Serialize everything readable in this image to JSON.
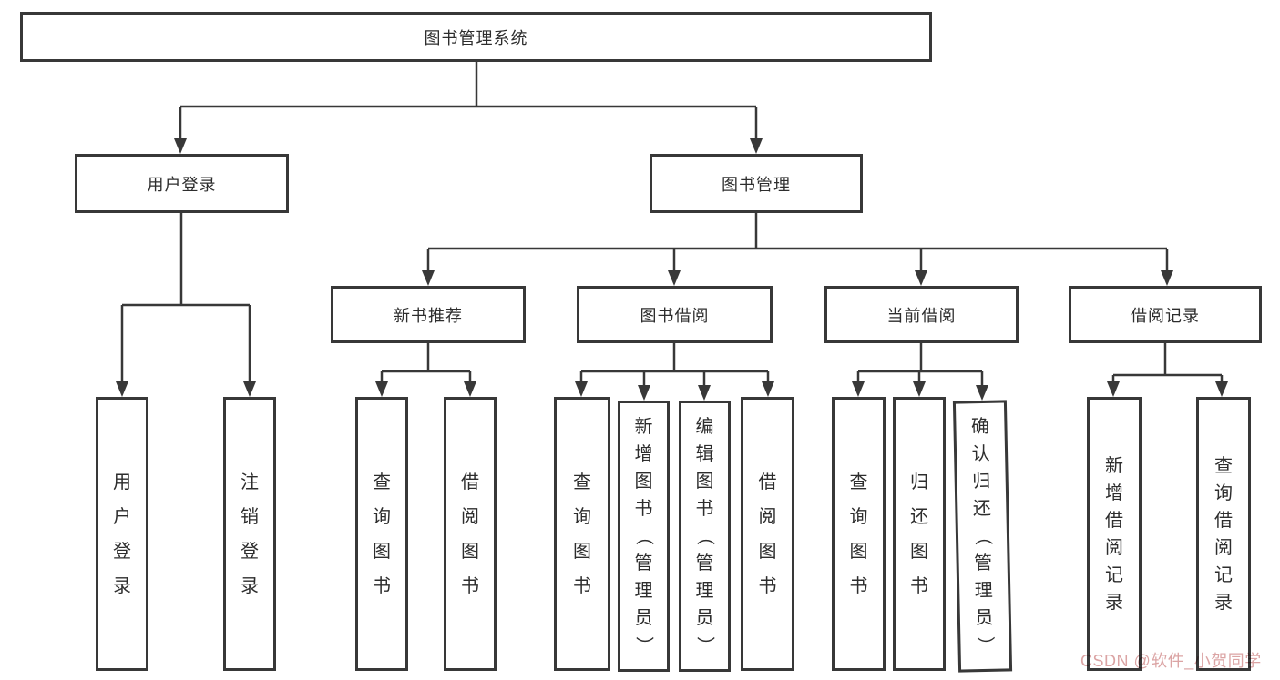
{
  "diagram": {
    "title": "图书管理系统",
    "watermark": "CSDN @软件_小贺同学",
    "colors": {
      "line": "#383838",
      "box_border": "#383838",
      "text": "#2d2d2d",
      "watermark": "#dba4a4",
      "background": "#ffffff"
    }
  },
  "nodes": [
    {
      "id": "root",
      "label": "图书管理系统",
      "parent": null,
      "orientation": "horizontal"
    },
    {
      "id": "user-login",
      "label": "用户登录",
      "parent": "root",
      "orientation": "horizontal"
    },
    {
      "id": "book-management",
      "label": "图书管理",
      "parent": "root",
      "orientation": "horizontal"
    },
    {
      "id": "login",
      "label": "用户登录",
      "parent": "user-login",
      "orientation": "vertical"
    },
    {
      "id": "logout",
      "label": "注销登录",
      "parent": "user-login",
      "orientation": "vertical"
    },
    {
      "id": "new-book-recommend",
      "label": "新书推荐",
      "parent": "book-management",
      "orientation": "horizontal"
    },
    {
      "id": "book-borrowing",
      "label": "图书借阅",
      "parent": "book-management",
      "orientation": "horizontal"
    },
    {
      "id": "current-borrowing",
      "label": "当前借阅",
      "parent": "book-management",
      "orientation": "horizontal"
    },
    {
      "id": "borrowing-records",
      "label": "借阅记录",
      "parent": "book-management",
      "orientation": "horizontal"
    },
    {
      "id": "nbr-query-books",
      "label": "查询图书",
      "parent": "new-book-recommend",
      "orientation": "vertical"
    },
    {
      "id": "nbr-borrow-books",
      "label": "借阅图书",
      "parent": "new-book-recommend",
      "orientation": "vertical"
    },
    {
      "id": "bb-query-books",
      "label": "查询图书",
      "parent": "book-borrowing",
      "orientation": "vertical"
    },
    {
      "id": "bb-add-books",
      "label": "新增图书（管理员）",
      "parent": "book-borrowing",
      "orientation": "vertical"
    },
    {
      "id": "bb-edit-books",
      "label": "编辑图书（管理员）",
      "parent": "book-borrowing",
      "orientation": "vertical"
    },
    {
      "id": "bb-borrow-books",
      "label": "借阅图书",
      "parent": "book-borrowing",
      "orientation": "vertical"
    },
    {
      "id": "cb-query-books",
      "label": "查询图书",
      "parent": "current-borrowing",
      "orientation": "vertical"
    },
    {
      "id": "cb-return-books",
      "label": "归还图书",
      "parent": "current-borrowing",
      "orientation": "vertical"
    },
    {
      "id": "cb-confirm-return",
      "label": "确认归还（管理员）",
      "parent": "current-borrowing",
      "orientation": "vertical"
    },
    {
      "id": "br-add-record",
      "label": "新增借阅记录",
      "parent": "borrowing-records",
      "orientation": "vertical"
    },
    {
      "id": "br-query-record",
      "label": "查询借阅记录",
      "parent": "borrowing-records",
      "orientation": "vertical"
    }
  ]
}
